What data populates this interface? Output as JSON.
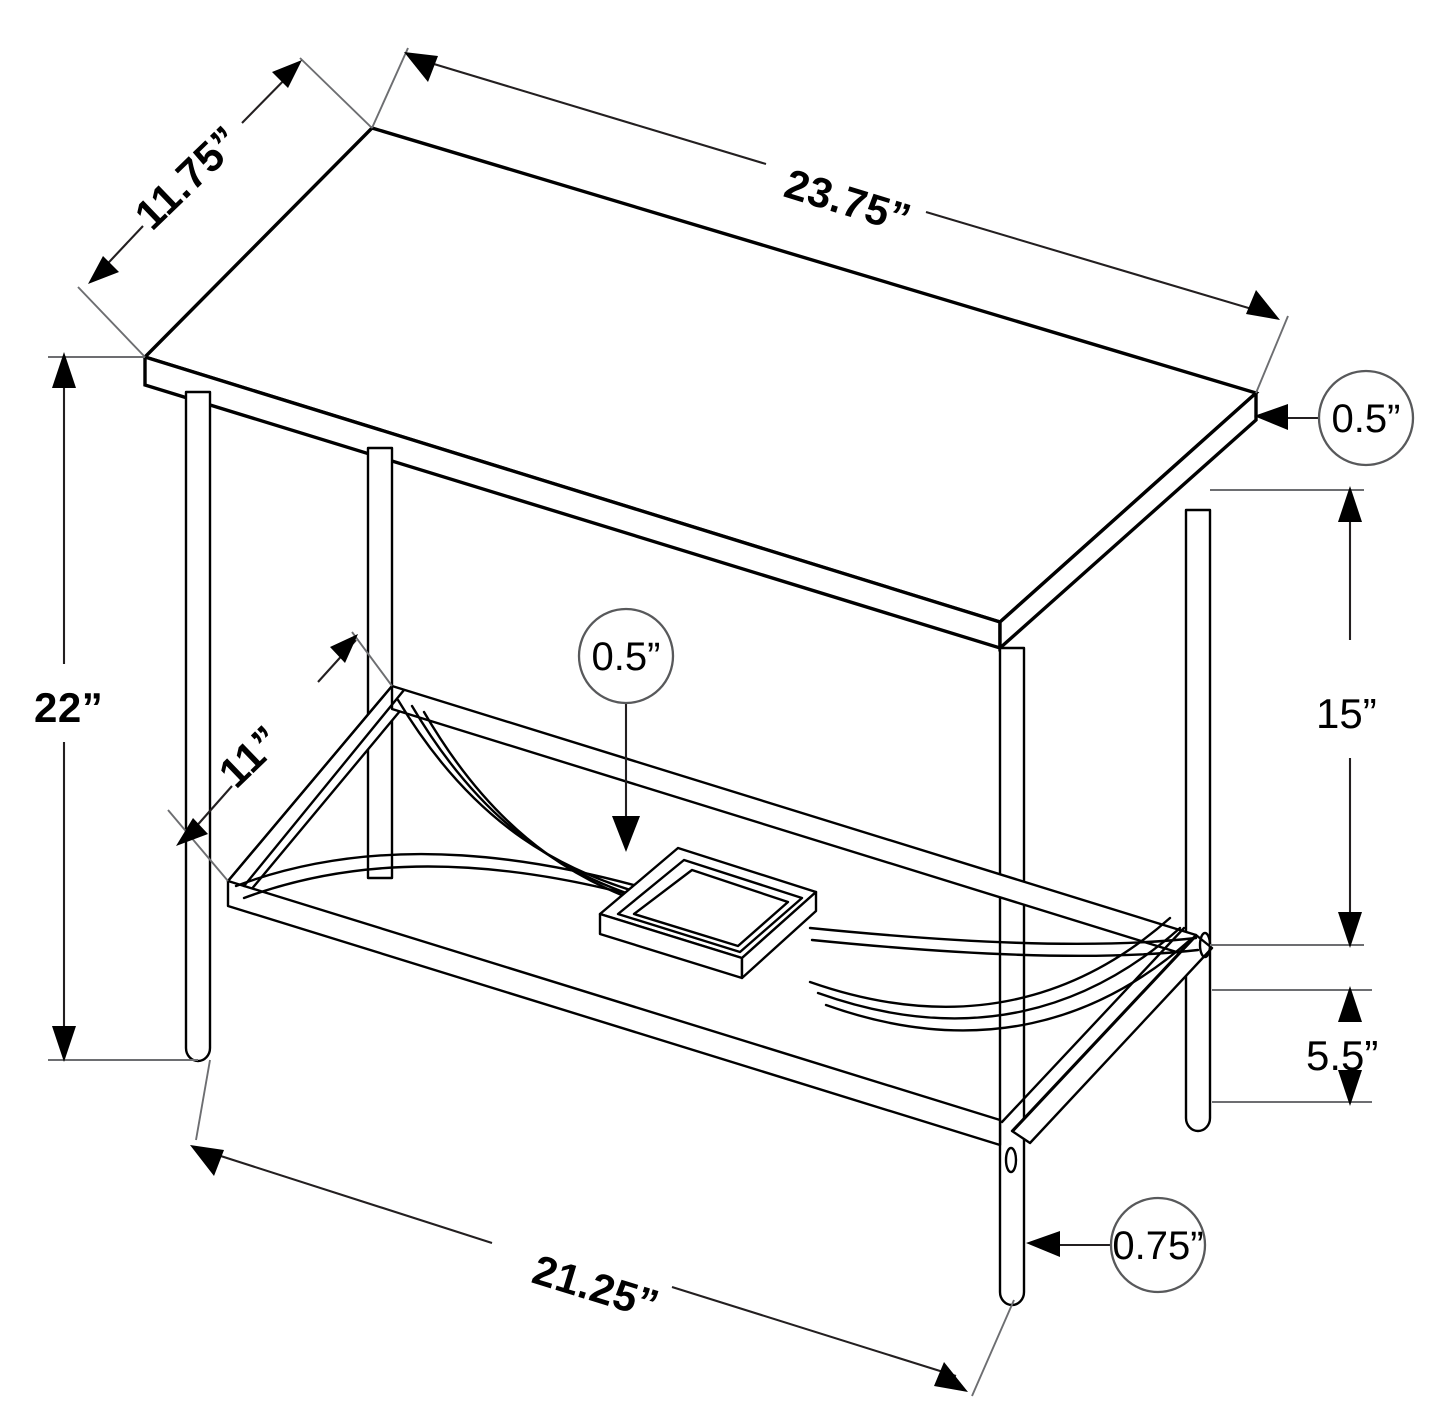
{
  "drawing": {
    "title": "Console Table Dimensioned Technical Drawing",
    "subject": "console-table",
    "view": "isometric",
    "units": "inches",
    "line_color": "#000000",
    "background_color": "#ffffff",
    "dimension_color": "#231f20",
    "extension_line_color": "#6d6e71"
  },
  "dimensions": {
    "depth_top": "11.75”",
    "width_top": "23.75”",
    "height_overall": "22”",
    "shelf_depth": "11”",
    "shelf_to_top": "15”",
    "shelf_to_floor": "5.5”",
    "shelf_width": "21.25”"
  },
  "callouts": {
    "top_thickness": "0.5”",
    "shelf_thickness": "0.5”",
    "leg_diameter": "0.75”"
  },
  "labels": [
    {
      "id": "depth-top",
      "text": "11.75”",
      "kind": "linear"
    },
    {
      "id": "width-top",
      "text": "23.75”",
      "kind": "linear"
    },
    {
      "id": "height-overall",
      "text": "22”",
      "kind": "linear"
    },
    {
      "id": "shelf-depth",
      "text": "11”",
      "kind": "linear"
    },
    {
      "id": "shelf-to-top",
      "text": "15”",
      "kind": "linear"
    },
    {
      "id": "shelf-to-floor",
      "text": "5.5”",
      "kind": "linear"
    },
    {
      "id": "shelf-width",
      "text": "21.25”",
      "kind": "linear"
    },
    {
      "id": "top-thickness",
      "text": "0.5”",
      "kind": "callout"
    },
    {
      "id": "shelf-thickness",
      "text": "0.5”",
      "kind": "callout"
    },
    {
      "id": "leg-diameter",
      "text": "0.75”",
      "kind": "callout"
    }
  ]
}
